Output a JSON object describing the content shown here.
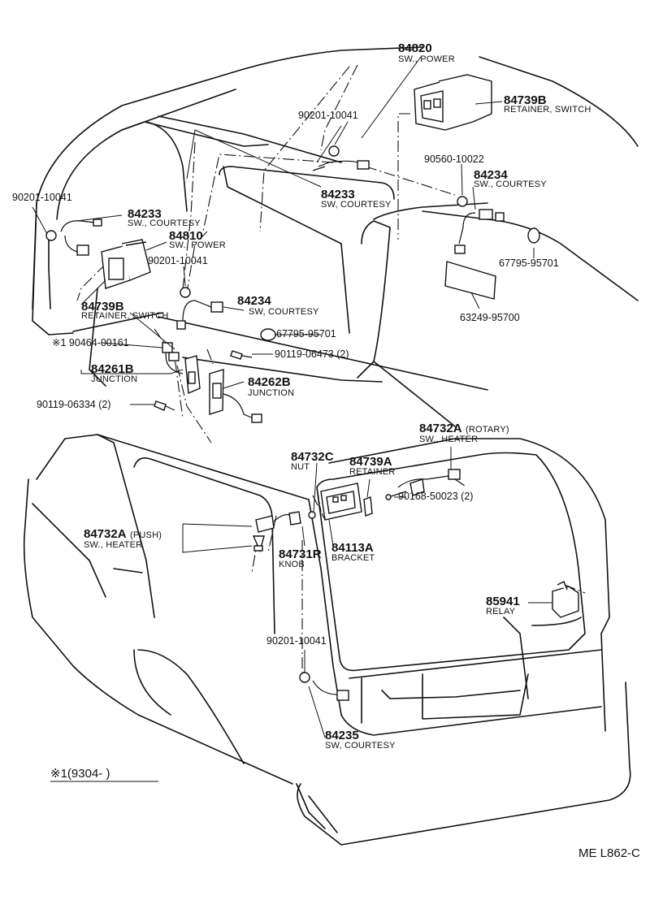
{
  "parts": [
    {
      "id": "84820",
      "desc": "SW., POWER"
    },
    {
      "id": "84739B",
      "desc": "RETAINER, SWITCH"
    },
    {
      "id": "90201-10041"
    },
    {
      "id": "90560-10022"
    },
    {
      "id": "84234",
      "desc": "SW., COURTESY"
    },
    {
      "id": "84233",
      "desc": "SW, COURTESY"
    },
    {
      "id": "67795-95701"
    },
    {
      "id": "63249-95700"
    },
    {
      "id": "90201-10041"
    },
    {
      "id": "84233",
      "desc": "SW., COURTESY"
    },
    {
      "id": "84810",
      "desc": "SW., POWER"
    },
    {
      "id": "90201-10041"
    },
    {
      "id": "84234",
      "desc": "SW, COURTESY"
    },
    {
      "id": "84739B",
      "desc": "RETAINER, SWITCH"
    },
    {
      "id": "67795-95701"
    },
    {
      "id": "90464-00161",
      "prefix": "※1"
    },
    {
      "id": "90119-06473",
      "qty": "(2)"
    },
    {
      "id": "84261B",
      "desc": "JUNCTION"
    },
    {
      "id": "84262B",
      "desc": "JUNCTION"
    },
    {
      "id": "90119-06334",
      "qty": "(2)"
    },
    {
      "id": "84732A",
      "variant": "(ROTARY)",
      "desc": "SW., HEATER"
    },
    {
      "id": "84732C",
      "desc": "NUT"
    },
    {
      "id": "84739A",
      "desc": "RETAINER"
    },
    {
      "id": "90168-50023",
      "qty": "(2)"
    },
    {
      "id": "84732A",
      "variant": "(PUSH)",
      "desc": "SW., HEATER"
    },
    {
      "id": "84731R",
      "desc": "KNOB"
    },
    {
      "id": "84113A",
      "desc": "BRACKET"
    },
    {
      "id": "85941",
      "desc": "RELAY"
    },
    {
      "id": "90201-10041"
    },
    {
      "id": "84235",
      "desc": "SW, COURTESY"
    }
  ],
  "footnote": {
    "mark": "※1",
    "range": "(9304-        )"
  },
  "figure_code": "ME L862-C"
}
